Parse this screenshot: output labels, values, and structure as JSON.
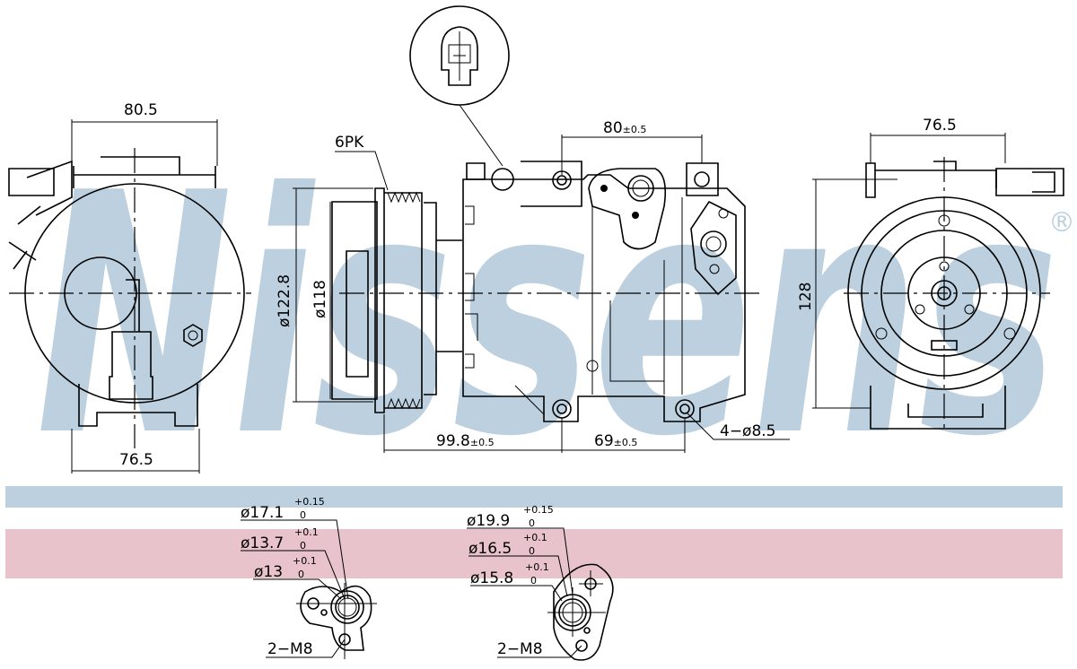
{
  "colors": {
    "band_blue": "#bcd0df",
    "band_pink": "#e8c3cc",
    "watermark": "#bcd0df",
    "line": "#000000"
  },
  "watermark": {
    "text": "Nissens",
    "mark": "®"
  },
  "dimensions": {
    "left_top_width": "80.5",
    "left_bottom_width": "76.5",
    "pulley_type": "6PK",
    "pulley_outer_dia": "ø122.8",
    "pulley_inner_dia": "ø118",
    "mount_spacing_top": "80",
    "mount_spacing_top_tol": "±0.5",
    "length_front": "99.8",
    "length_front_tol": "±0.5",
    "length_rear": "69",
    "length_rear_tol": "±0.5",
    "mount_holes": "4−ø8.5",
    "right_top_width": "76.5",
    "right_height": "128"
  },
  "port_left": {
    "d1": "ø17.1",
    "d1_tol_upper": "+0.15",
    "d1_tol_lower": "0",
    "d2": "ø13.7",
    "d2_tol_upper": "+0.1",
    "d2_tol_lower": "0",
    "d3": "ø13",
    "d3_tol_upper": "+0.1",
    "d3_tol_lower": "0",
    "thread": "2−M8"
  },
  "port_right": {
    "d1": "ø19.9",
    "d1_tol_upper": "+0.15",
    "d1_tol_lower": "0",
    "d2": "ø16.5",
    "d2_tol_upper": "+0.1",
    "d2_tol_lower": "0",
    "d3": "ø15.8",
    "d3_tol_upper": "+0.1",
    "d3_tol_lower": "0",
    "thread": "2−M8"
  }
}
